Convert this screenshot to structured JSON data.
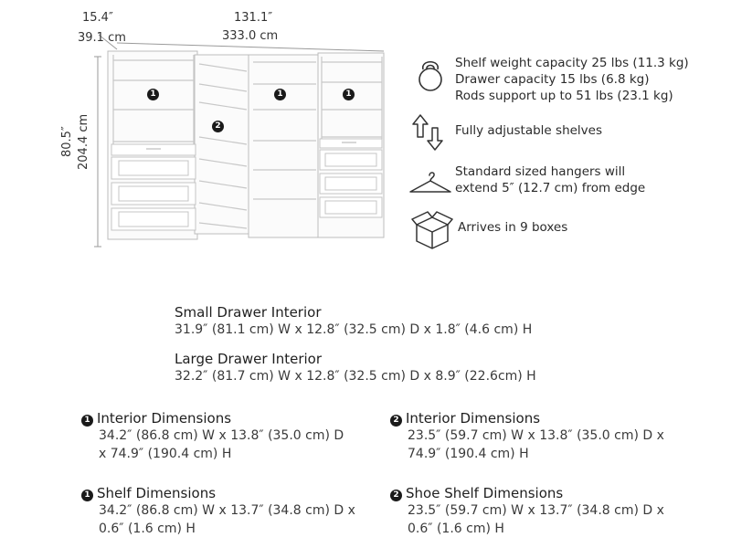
{
  "dimensions": {
    "depth_in": "15.4″",
    "depth_cm": "39.1 cm",
    "width_in": "131.1″",
    "width_cm": "333.0 cm",
    "height_in": "80.5″",
    "height_cm": "204.4 cm"
  },
  "callouts": [
    "1",
    "2",
    "1",
    "1"
  ],
  "features": {
    "weight": [
      "Shelf weight capacity 25 lbs (11.3 kg)",
      "Drawer capacity 15 lbs (6.8 kg)",
      "Rods support up to 51 lbs (23.1 kg)"
    ],
    "adjustable": "Fully adjustable shelves",
    "hangers": [
      "Standard sized hangers will",
      "extend 5″ (12.7 cm) from edge"
    ],
    "boxes": "Arrives in 9 boxes"
  },
  "icons": [
    "kettlebell-icon",
    "adjust-arrows-icon",
    "hanger-icon",
    "box-icon"
  ],
  "specs": {
    "small_drawer": {
      "title": "Small Drawer Interior",
      "value": "31.9″ (81.1 cm) W x 12.8″ (32.5 cm) D x 1.8″ (4.6 cm) H"
    },
    "large_drawer": {
      "title": "Large Drawer Interior",
      "value": "32.2″ (81.7 cm) W x 12.8″ (32.5 cm) D x 8.9″ (22.6cm) H"
    },
    "interior_1": {
      "badge": "1",
      "title": "Interior Dimensions",
      "lines": [
        "34.2″ (86.8 cm) W x 13.8″ (35.0 cm) D",
        "x 74.9″ (190.4 cm) H"
      ]
    },
    "interior_2": {
      "badge": "2",
      "title": "Interior Dimensions",
      "lines": [
        "23.5″ (59.7 cm) W x 13.8″ (35.0 cm) D x",
        "74.9″ (190.4 cm) H"
      ]
    },
    "shelf_1": {
      "badge": "1",
      "title": "Shelf Dimensions",
      "lines": [
        "34.2″ (86.8 cm) W x 13.7″ (34.8 cm) D x",
        "0.6″ (1.6 cm) H"
      ]
    },
    "shoe_shelf_2": {
      "badge": "2",
      "title": "Shoe Shelf Dimensions",
      "lines": [
        "23.5″ (59.7 cm) W x 13.7″ (34.8 cm) D x",
        "0.6″ (1.6 cm) H"
      ]
    }
  }
}
